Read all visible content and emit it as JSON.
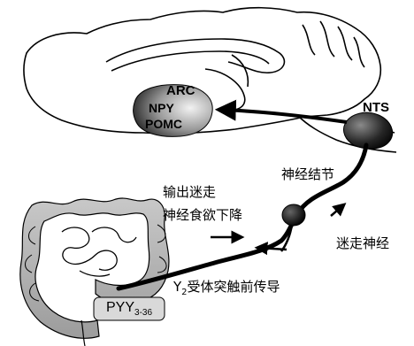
{
  "labels": {
    "arc": "ARC",
    "npy": "NPY",
    "pomc": "POMC",
    "nts": "NTS",
    "ganglion": "神经结节",
    "efferent_line1": "输出迷走",
    "efferent_line2": "神经食欲下降",
    "vagus": "迷走神经",
    "y2_prefix": "Y",
    "y2_sub": "2",
    "y2_text": "受体突触前传导",
    "pyy_main": "PYY",
    "pyy_sub": "3-36"
  }
}
